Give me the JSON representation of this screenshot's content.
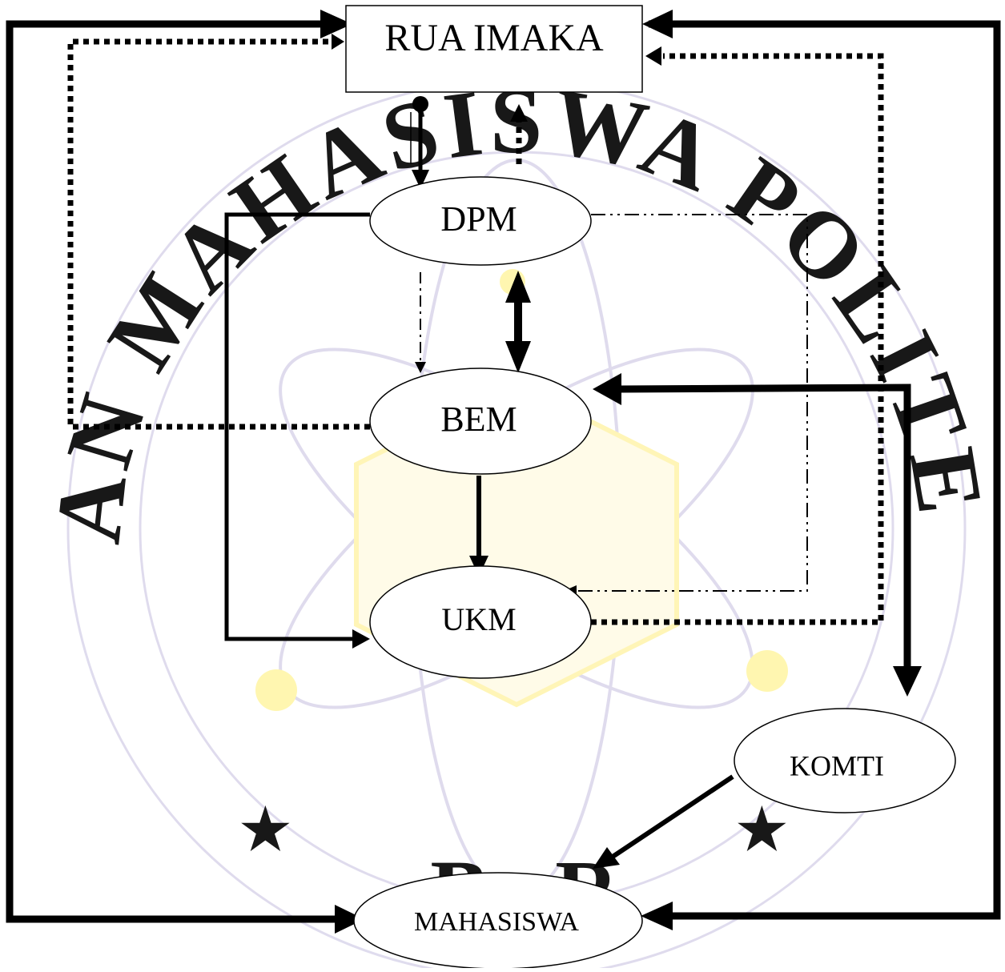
{
  "diagram": {
    "nodes": {
      "rua_imaka": "RUA IMAKA",
      "dpm": "DPM",
      "bem": "BEM",
      "ukm": "UKM",
      "komti": "KOMTI",
      "mahasiswa": "MAHASISWA"
    },
    "watermark": {
      "text": "IKATAN MAHASISWA POLITEKNIK",
      "bottom_text": "B   R",
      "ring_color": "#c9c3e0",
      "text_color": "#cdc6e3",
      "accent_color": "#fff200"
    }
  }
}
